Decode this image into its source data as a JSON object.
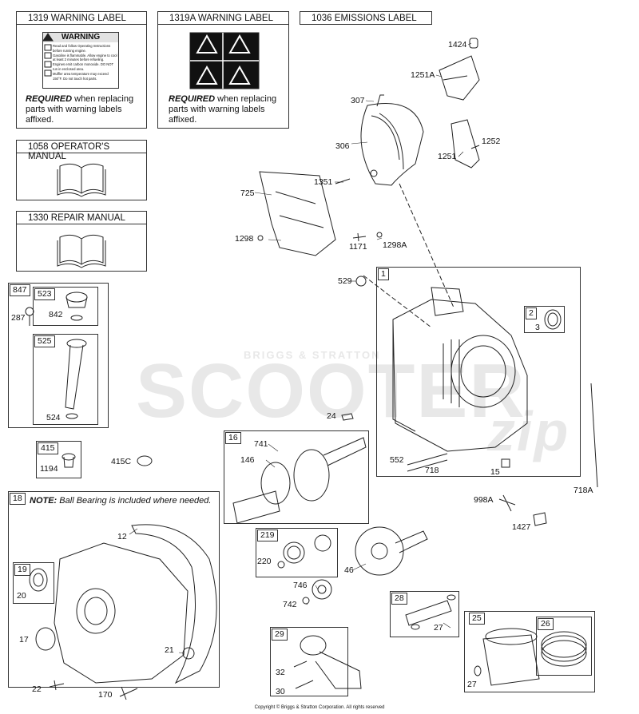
{
  "labels": {
    "l1319": "1319 WARNING LABEL",
    "l1319a": "1319A WARNING LABEL",
    "l1036": "1036 EMISSIONS LABEL",
    "l1058": "1058 OPERATOR'S MANUAL",
    "l1330": "1330 REPAIR MANUAL"
  },
  "warning_card": {
    "title": "WARNING",
    "lines": [
      "Read and follow Operating Instructions before running engine.",
      "Gasoline is flammable. Allow engine to cool at least 2 minutes before refueling.",
      "Engines emit carbon monoxide. DO NOT run in enclosed area.",
      "Muffler area temperature may exceed 150°F. Do not touch hot parts."
    ]
  },
  "required_note": {
    "bold": "REQUIRED",
    "rest": " when replacing parts with warning labels affixed."
  },
  "ball_bearing_note": {
    "bold": "NOTE:",
    "rest": " Ball Bearing is included where needed."
  },
  "watermark": {
    "brand": "BRIGGS & STRATTON",
    "big": "SCOOTER",
    "script": "zip"
  },
  "copyright": "Copyright © Briggs & Stratton Corporation. All rights reserved",
  "parts": {
    "p1424": "1424",
    "p1251a": "1251A",
    "p307": "307",
    "p306": "306",
    "p1252": "1252",
    "p1251": "1251",
    "p1351": "1351",
    "p725": "725",
    "p1298": "1298",
    "p1171": "1171",
    "p1298a": "1298A",
    "p529": "529",
    "p1": "1",
    "p2": "2",
    "p3": "3",
    "p847": "847",
    "p523": "523",
    "p287": "287",
    "p842": "842",
    "p525": "525",
    "p524": "524",
    "p24": "24",
    "p415": "415",
    "p1194": "1194",
    "p415c": "415C",
    "p16": "16",
    "p741": "741",
    "p146": "146",
    "p552": "552",
    "p718": "718",
    "p15": "15",
    "p718a": "718A",
    "p998a": "998A",
    "p1427": "1427",
    "p18": "18",
    "p12": "12",
    "p19": "19",
    "p20": "20",
    "p17": "17",
    "p21": "21",
    "p22": "22",
    "p170": "170",
    "p219": "219",
    "p220": "220",
    "p46": "46",
    "p746": "746",
    "p742": "742",
    "p28": "28",
    "p27": "27",
    "p29": "29",
    "p32": "32",
    "p30": "30",
    "p25": "25",
    "p26": "26",
    "p27b": "27"
  }
}
